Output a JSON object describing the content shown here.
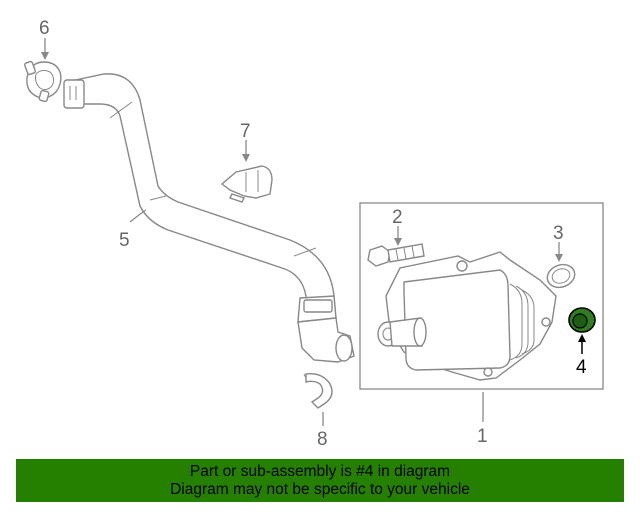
{
  "diagram": {
    "callouts": [
      {
        "id": "1",
        "label": "1"
      },
      {
        "id": "2",
        "label": "2"
      },
      {
        "id": "3",
        "label": "3"
      },
      {
        "id": "4",
        "label": "4"
      },
      {
        "id": "5",
        "label": "5"
      },
      {
        "id": "6",
        "label": "6"
      },
      {
        "id": "7",
        "label": "7"
      },
      {
        "id": "8",
        "label": "8"
      }
    ],
    "highlighted_part": "4",
    "colors": {
      "highlight_fill": "#2e7d1e",
      "banner_bg": "#268000",
      "line": "#888888",
      "callout_text": "#666666"
    }
  },
  "banner": {
    "line1": "Part or sub-assembly is #4 in diagram",
    "line2": "Diagram may not be specific to your vehicle"
  }
}
